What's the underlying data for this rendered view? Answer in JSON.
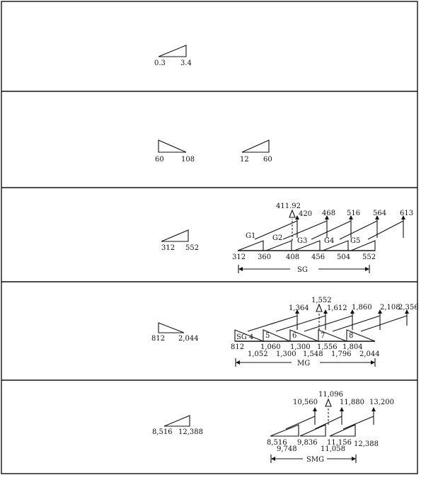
{
  "panel1": {
    "simple": {
      "low": "0.3",
      "high": "3.4"
    }
  },
  "panel2": {
    "left": {
      "low": "60",
      "high": "108"
    },
    "right": {
      "low": "12",
      "high": "60"
    }
  },
  "panel3": {
    "simple": {
      "low": "312",
      "high": "552"
    },
    "marker": "411.92",
    "tops": [
      "420",
      "468",
      "516",
      "564",
      "613"
    ],
    "groups": [
      "G1",
      "G2",
      "G3",
      "G4",
      "G5"
    ],
    "bottoms": [
      "312",
      "360",
      "408",
      "456",
      "504",
      "552"
    ],
    "span_label": "SG"
  },
  "panel4": {
    "simple": {
      "low": "812",
      "high": "2,044"
    },
    "marker": "1,552",
    "tops": [
      "1,364",
      "1,612",
      "1,860",
      "2,108",
      "2,356"
    ],
    "groups": [
      "SG 4",
      "5",
      "6",
      "7",
      "8"
    ],
    "bottoms_row1": [
      "812",
      "1,060",
      "1,300",
      "1,556",
      "1,804"
    ],
    "bottoms_row2": [
      "1,052",
      "1,300",
      "1,548",
      "1,796",
      "2,044"
    ],
    "span_label": "MG"
  },
  "panel5": {
    "simple": {
      "low": "8,516",
      "high": "12,388"
    },
    "marker": "11,096",
    "tops": [
      "10,560",
      "11,880",
      "13,200"
    ],
    "bottoms_row1": [
      "8,516",
      "9,836",
      "11,156",
      "12,388"
    ],
    "bottoms_row2": [
      "9,748",
      "11,058"
    ],
    "span_label": "SMG"
  }
}
